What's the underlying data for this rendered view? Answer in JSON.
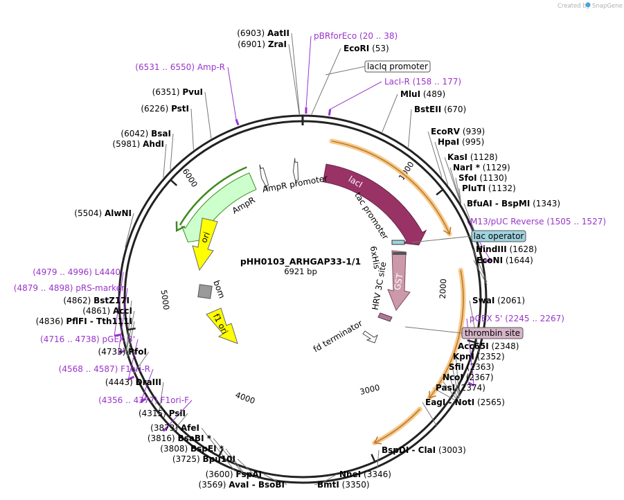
{
  "credit": {
    "prefix": "Created by",
    "brand": "SnapGene"
  },
  "plasmid": {
    "name": "pHH0103_ARHGAP33-1/1",
    "length_label": "6921 bp",
    "length": 6921
  },
  "ticks": [
    "1000",
    "2000",
    "3000",
    "4000",
    "5000",
    "6000"
  ],
  "enzymes": [
    {
      "name": "AatII",
      "pos": "(6903)",
      "side": "left"
    },
    {
      "name": "ZraI",
      "pos": "(6901)",
      "side": "left"
    },
    {
      "name": "PvuI",
      "pos": "(6351)",
      "side": "left"
    },
    {
      "name": "PstI",
      "pos": "(6226)",
      "side": "left"
    },
    {
      "name": "BsaI",
      "pos": "(6042)",
      "side": "left"
    },
    {
      "name": "AhdI",
      "pos": "(5981)",
      "side": "left"
    },
    {
      "name": "AlwNI",
      "pos": "(5504)",
      "side": "left"
    },
    {
      "name": "BstZ17I",
      "pos": "(4862)",
      "side": "left"
    },
    {
      "name": "AccI",
      "pos": "(4861)",
      "side": "left"
    },
    {
      "name": "PflFI - Tth111I",
      "pos": "(4836)",
      "side": "left"
    },
    {
      "name": "PfoI",
      "pos": "(4733)",
      "side": "left"
    },
    {
      "name": "DraIII",
      "pos": "(4443)",
      "side": "left"
    },
    {
      "name": "PsiI",
      "pos": "(4315)",
      "side": "left"
    },
    {
      "name": "AfeI",
      "pos": "(3873)",
      "side": "left"
    },
    {
      "name": "BsaBI *",
      "pos": "(3816)",
      "side": "left"
    },
    {
      "name": "BspEI *",
      "pos": "(3808)",
      "side": "left"
    },
    {
      "name": "Bpu10I",
      "pos": "(3725)",
      "side": "left"
    },
    {
      "name": "FspAI",
      "pos": "(3600)",
      "side": "left"
    },
    {
      "name": "AvaI - BsoBI",
      "pos": "(3569)",
      "side": "left"
    },
    {
      "name": "EcoRI",
      "pos": "(53)",
      "side": "right"
    },
    {
      "name": "MluI",
      "pos": "(489)",
      "side": "right"
    },
    {
      "name": "BstEII",
      "pos": "(670)",
      "side": "right"
    },
    {
      "name": "EcoRV",
      "pos": "(939)",
      "side": "right"
    },
    {
      "name": "HpaI",
      "pos": "(995)",
      "side": "right"
    },
    {
      "name": "KasI",
      "pos": "(1128)",
      "side": "right"
    },
    {
      "name": "NarI *",
      "pos": "(1129)",
      "side": "right"
    },
    {
      "name": "SfoI",
      "pos": "(1130)",
      "side": "right"
    },
    {
      "name": "PluTI",
      "pos": "(1132)",
      "side": "right"
    },
    {
      "name": "BfuAI - BspMI",
      "pos": "(1343)",
      "side": "right"
    },
    {
      "name": "HindIII",
      "pos": "(1628)",
      "side": "right"
    },
    {
      "name": "EcoNI",
      "pos": "(1644)",
      "side": "right"
    },
    {
      "name": "SwaI",
      "pos": "(2061)",
      "side": "right"
    },
    {
      "name": "Acc65I",
      "pos": "(2348)",
      "side": "right"
    },
    {
      "name": "KpnI",
      "pos": "(2352)",
      "side": "right"
    },
    {
      "name": "SfiI",
      "pos": "(2363)",
      "side": "right"
    },
    {
      "name": "NcoI",
      "pos": "(2367)",
      "side": "right"
    },
    {
      "name": "PasI",
      "pos": "(2374)",
      "side": "right"
    },
    {
      "name": "EagI - NotI",
      "pos": "(2565)",
      "side": "right"
    },
    {
      "name": "BspDI - ClaI",
      "pos": "(3003)",
      "side": "right"
    },
    {
      "name": "NheI",
      "pos": "(3346)",
      "side": "right"
    },
    {
      "name": "BmtI",
      "pos": "(3350)",
      "side": "right"
    }
  ],
  "primers": [
    {
      "name": "pBRforEco",
      "range": "(20 .. 38)"
    },
    {
      "name": "LacI-R",
      "range": "(158 .. 177)"
    },
    {
      "name": "M13/pUC Reverse",
      "range": "(1505 .. 1527)"
    },
    {
      "name": "pGEX 5'",
      "range": "(2245 .. 2267)"
    },
    {
      "name": "Amp-R",
      "range": "(6531 .. 6550)"
    },
    {
      "name": "L4440",
      "range": "(4979 .. 4996)"
    },
    {
      "name": "pRS-marker",
      "range": "(4879 .. 4898)"
    },
    {
      "name": "pGEX 3'",
      "range": "(4716 .. 4738)"
    },
    {
      "name": "F1ori-R",
      "range": "(4568 .. 4587)"
    },
    {
      "name": "F1ori-F",
      "range": "(4356 .. 4377)"
    }
  ],
  "boxed_features": [
    {
      "name": "lacIq promoter",
      "color": "#ffffff"
    },
    {
      "name": "lac operator",
      "color": "#9fd3df"
    },
    {
      "name": "thrombin site",
      "color": "#d6b4c8"
    }
  ],
  "features": [
    {
      "name": "lacI",
      "color": "#993366"
    },
    {
      "name": "GST",
      "color": "#cc99aa"
    },
    {
      "name": "AmpR",
      "color": "#ccffcc"
    },
    {
      "name": "ori",
      "color": "#ffff00"
    },
    {
      "name": "f1 ori",
      "color": "#ffff00"
    },
    {
      "name": "tac promoter"
    },
    {
      "name": "6xHis"
    },
    {
      "name": "HRV 3C site"
    },
    {
      "name": "fd terminator"
    },
    {
      "name": "AmpR promoter"
    },
    {
      "name": "bom"
    }
  ],
  "colors": {
    "primer": "#9933cc",
    "orf_outline": "#f7c98a",
    "orf_arrow": "#b8762a",
    "ampr_arrow": "#3d8a1e"
  }
}
